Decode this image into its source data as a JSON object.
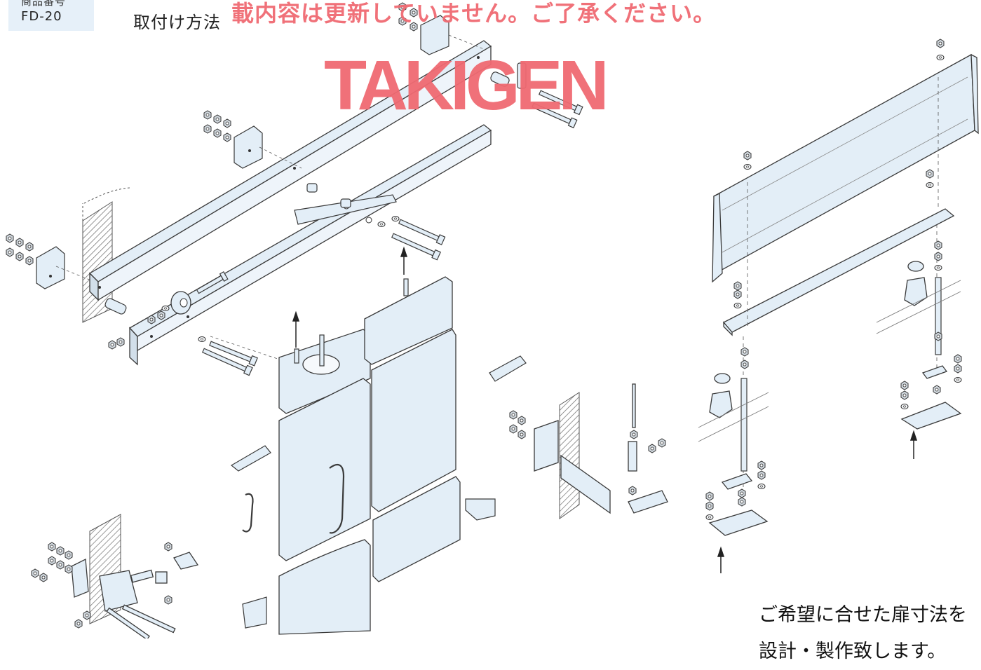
{
  "product": {
    "label": "商品番号",
    "code": "FD-20"
  },
  "title": "取付け方法",
  "watermark": {
    "notice": "載内容は更新していません。ご了承ください。",
    "logo": "TAKIGEN"
  },
  "footer": {
    "line1": "ご希望に合せた扉寸法を",
    "line2": "設計・製作致します。"
  },
  "colors": {
    "part_fill": "#e3eef7",
    "outline": "#3a3a3a",
    "watermark": "#f06a72",
    "wall_hatch": "#6a6a6a"
  },
  "icons": [
    "hex-nut-icon",
    "washer-icon",
    "bolt-icon",
    "threaded-rod-icon",
    "roller-hanger-icon",
    "guide-bracket-icon",
    "door-handle-icon",
    "arrow-up-icon"
  ]
}
